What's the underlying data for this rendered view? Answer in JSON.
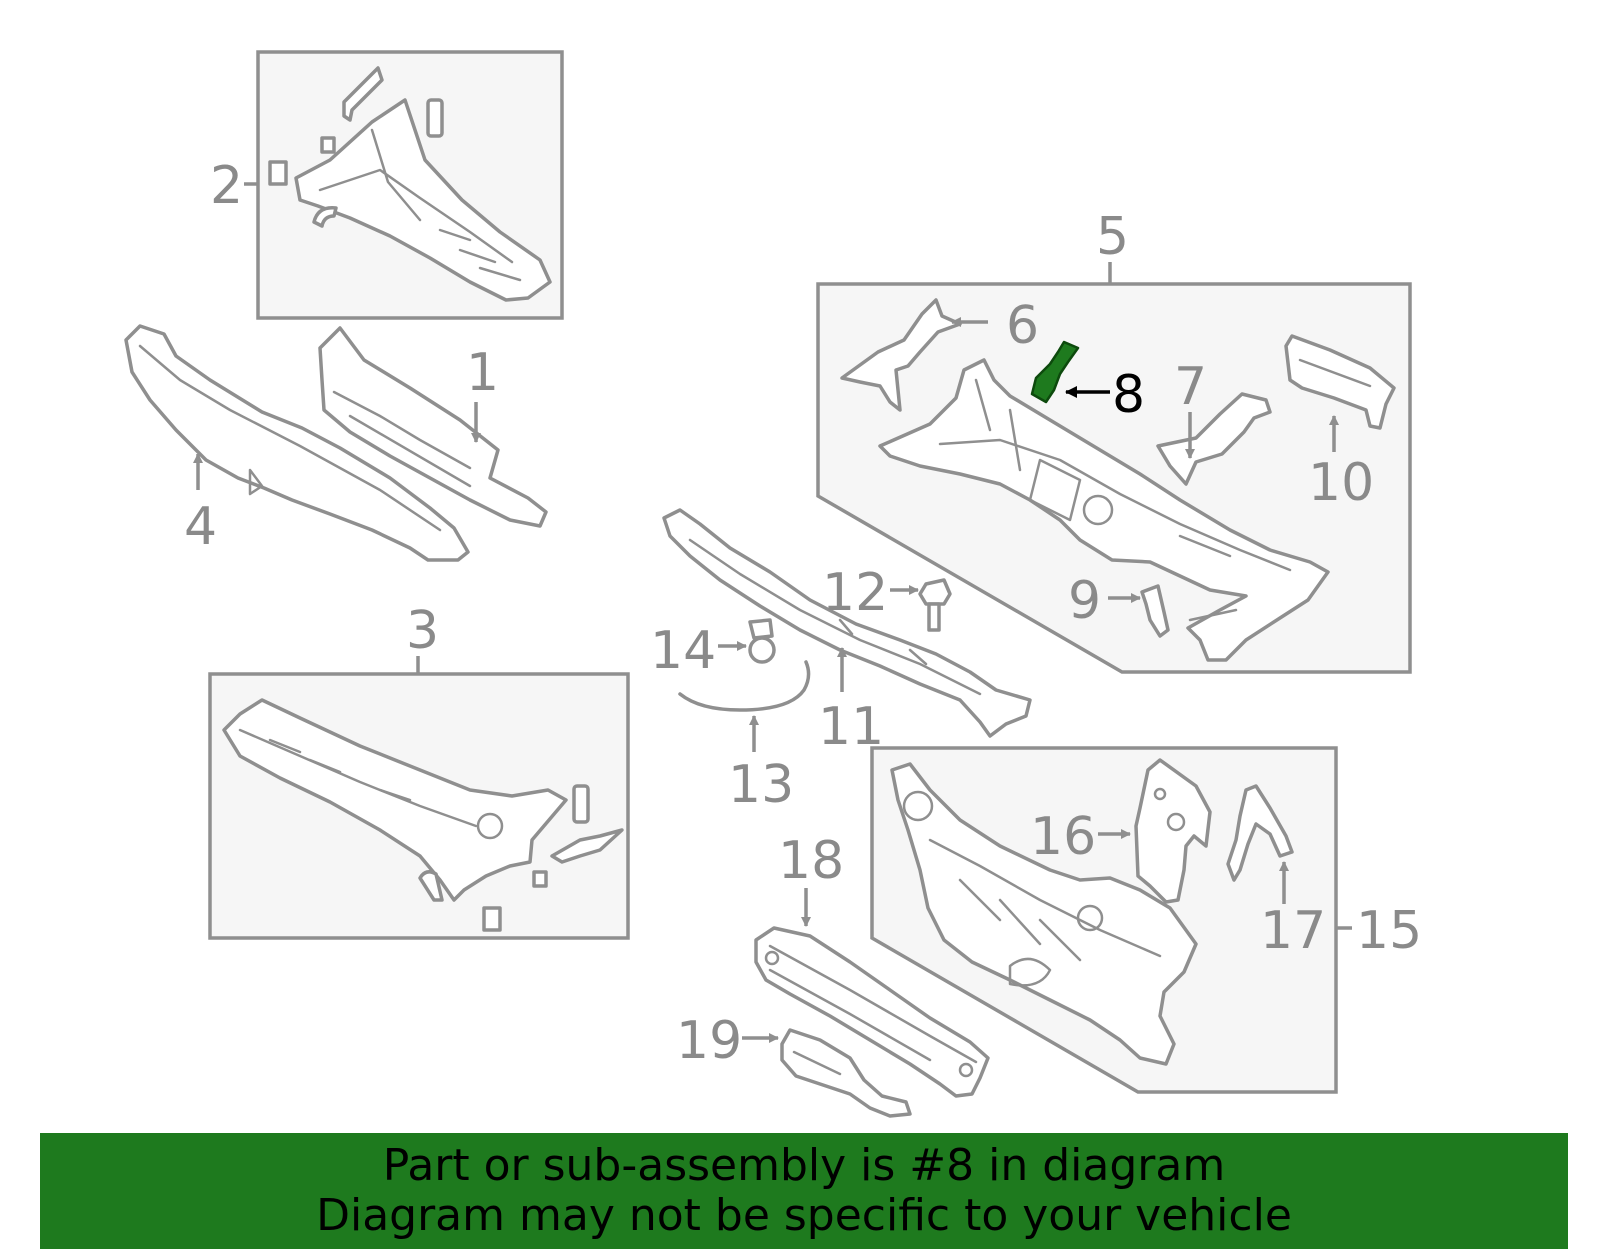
{
  "highlight_color": "#1e7a1e",
  "banner": {
    "line1": "Part or sub-assembly is #8 in diagram",
    "line2": "Diagram may not be specific to your vehicle",
    "background": "#1e7a1e"
  },
  "highlighted_part": "8",
  "callouts": {
    "c1": "1",
    "c2": "2",
    "c3": "3",
    "c4": "4",
    "c5": "5",
    "c6": "6",
    "c7": "7",
    "c8": "8",
    "c9": "9",
    "c10": "10",
    "c11": "11",
    "c12": "12",
    "c13": "13",
    "c14": "14",
    "c15": "15",
    "c16": "16",
    "c17": "17",
    "c18": "18",
    "c19": "19"
  }
}
